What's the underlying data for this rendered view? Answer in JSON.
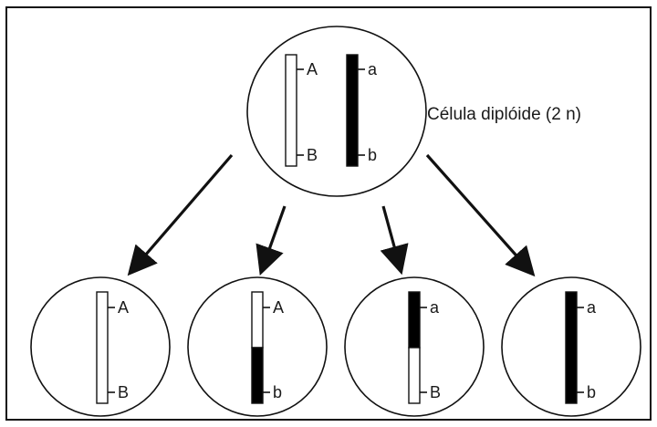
{
  "colors": {
    "background": "#ffffff",
    "stroke": "#111111",
    "dominant_fill": "#ffffff",
    "recessive_fill": "#000000"
  },
  "parent": {
    "label": "Célula diplóide (2 n)",
    "chromosome_1": {
      "top_allele": "A",
      "bottom_allele": "B"
    },
    "chromosome_2": {
      "top_allele": "a",
      "bottom_allele": "b"
    }
  },
  "gametes": [
    {
      "top_allele": "A",
      "bottom_allele": "B",
      "top_fill": "white",
      "bottom_fill": "white"
    },
    {
      "top_allele": "A",
      "bottom_allele": "b",
      "top_fill": "white",
      "bottom_fill": "black"
    },
    {
      "top_allele": "a",
      "bottom_allele": "B",
      "top_fill": "black",
      "bottom_fill": "white"
    },
    {
      "top_allele": "a",
      "bottom_allele": "b",
      "top_fill": "black",
      "bottom_fill": "black"
    }
  ]
}
